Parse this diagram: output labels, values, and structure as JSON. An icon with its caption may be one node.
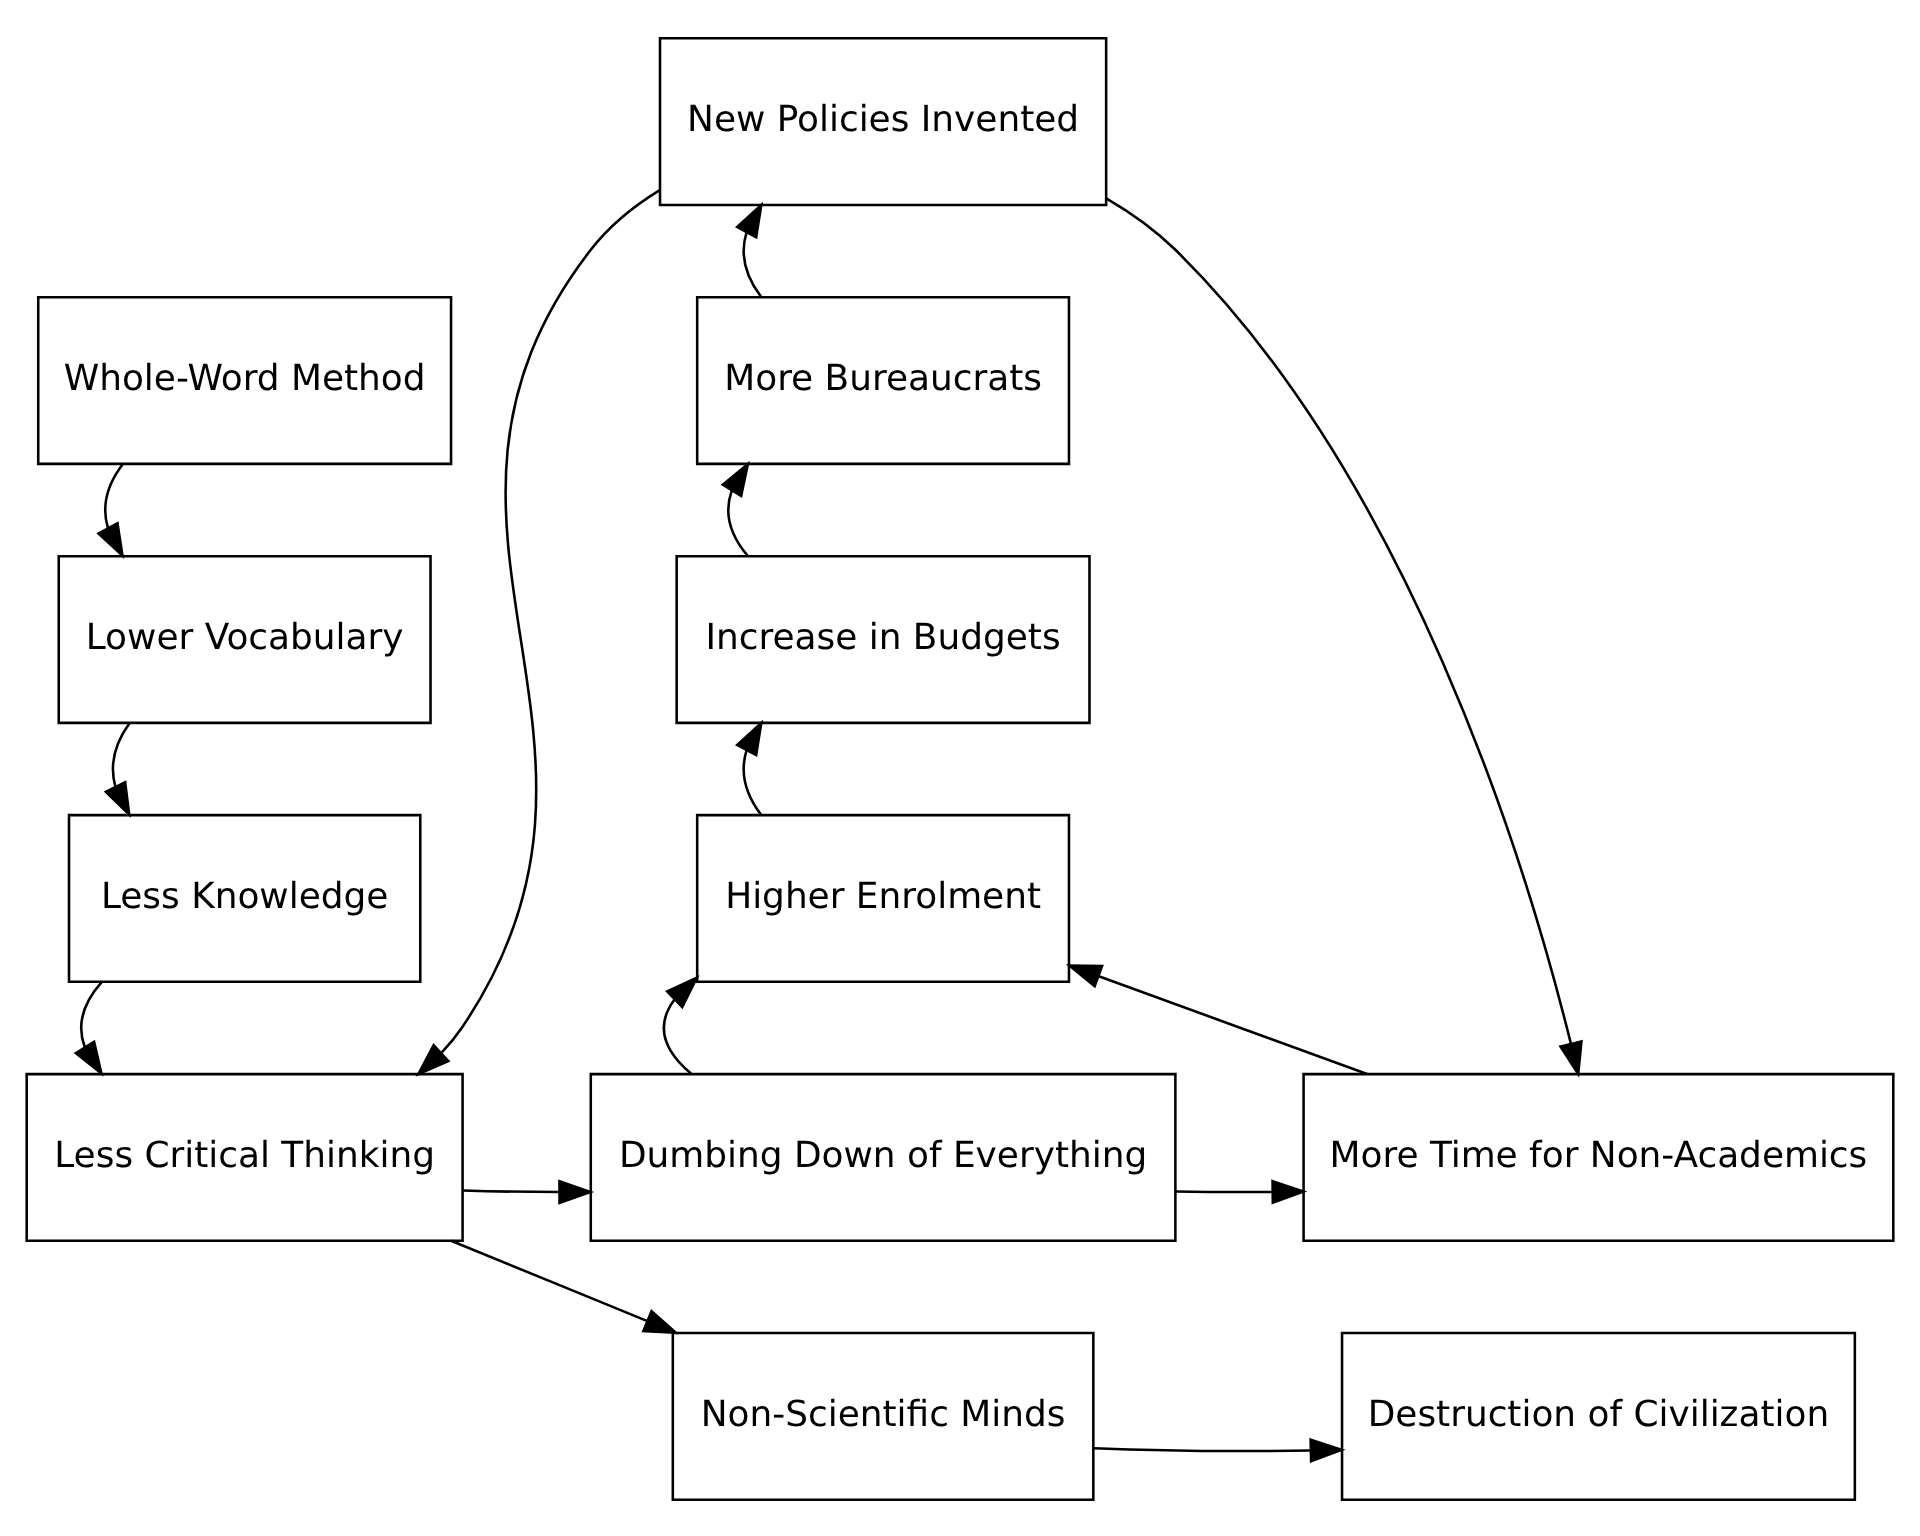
{
  "diagram": {
    "nodes": [
      {
        "text": [
          "Whole-Word Method"
        ]
      },
      {
        "text": [
          "Lower Vocabulary"
        ]
      },
      {
        "text": [
          "Less Knowledge"
        ]
      },
      {
        "text": [
          "Less Critical Thinking"
        ]
      },
      {
        "text": [
          "New Policies Invented"
        ]
      },
      {
        "text": [
          "More Bureaucrats"
        ]
      },
      {
        "text": [
          "Increase in Budgets"
        ]
      },
      {
        "text": [
          "Higher Enrolment"
        ]
      },
      {
        "text": [
          "Dumbing Down of Everything"
        ]
      },
      {
        "text": [
          "More Time for Non-Academics"
        ]
      },
      {
        "text": [
          "Non-Scientific Minds"
        ]
      },
      {
        "text": [
          "Destruction of Civilization"
        ]
      }
    ],
    "edges": [
      {
        "from": 0,
        "to": 1,
        "arrow": "to"
      },
      {
        "from": 1,
        "to": 2,
        "arrow": "to"
      },
      {
        "from": 2,
        "to": 3,
        "arrow": "to"
      },
      {
        "from": 3,
        "to": 8,
        "arrow": "to"
      },
      {
        "from": 3,
        "to": 10,
        "arrow": "to"
      },
      {
        "from": 8,
        "to": 7,
        "arrow": "to"
      },
      {
        "from": 7,
        "to": 6,
        "arrow": "to"
      },
      {
        "from": 6,
        "to": 5,
        "arrow": "to"
      },
      {
        "from": 5,
        "to": 4,
        "arrow": "to"
      },
      {
        "from": 4,
        "to": 3,
        "arrow": "to"
      },
      {
        "from": 4,
        "to": 9,
        "arrow": "to"
      },
      {
        "from": 8,
        "to": 9,
        "arrow": "to"
      },
      {
        "from": 9,
        "to": 7,
        "arrow": "to"
      },
      {
        "from": 10,
        "to": 11,
        "arrow": "to"
      }
    ]
  }
}
